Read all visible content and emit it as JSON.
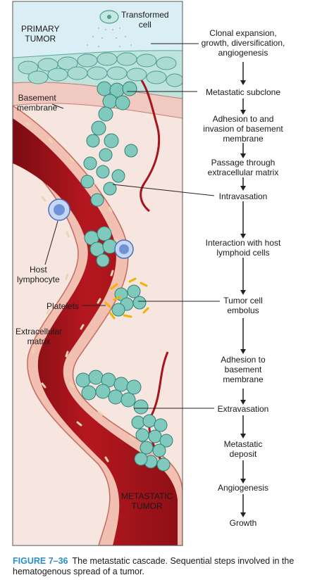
{
  "left_labels": {
    "primary_tumor": "PRIMARY\nTUMOR",
    "transformed_cell": "Transformed\ncell",
    "basement_membrane": "Basement\nmembrane",
    "host_lymphocyte": "Host\nlymphocyte",
    "platelets": "Platelets",
    "extracellular_matrix": "Extracellular\nmatrix",
    "metastatic_tumor": "METASTATIC\nTUMOR"
  },
  "steps": [
    "Clonal expansion,\ngrowth, diversification,\nangiogenesis",
    "Metastatic subclone",
    "Adhesion to and\ninvasion of basement\nmembrane",
    "Passage through\nextracellular matrix",
    "Intravasation",
    "Interaction with host\nlymphoid cells",
    "Tumor cell\nembolus",
    "Adhesion to\nbasement\nmembrane",
    "Extravasation",
    "Metastatic\ndeposit",
    "Angiogenesis",
    "Growth"
  ],
  "caption": {
    "figure_no": "FIGURE 7–36",
    "text": "The metastatic cascade. Sequential steps involved in the hematogenous spread of a tumor."
  },
  "colors": {
    "vessel": "#a8141b",
    "vessel_wall": "#f2c7bb",
    "tissue": "#f7e3dc",
    "tumor_cell": "#7fc9bd",
    "tumor_cell_dark": "#3c8f85",
    "primary_bg": "#dbeef5",
    "platelet": "#f0b400",
    "lymphocyte": "#6f93d6",
    "caption_accent": "#2a8fc7"
  }
}
